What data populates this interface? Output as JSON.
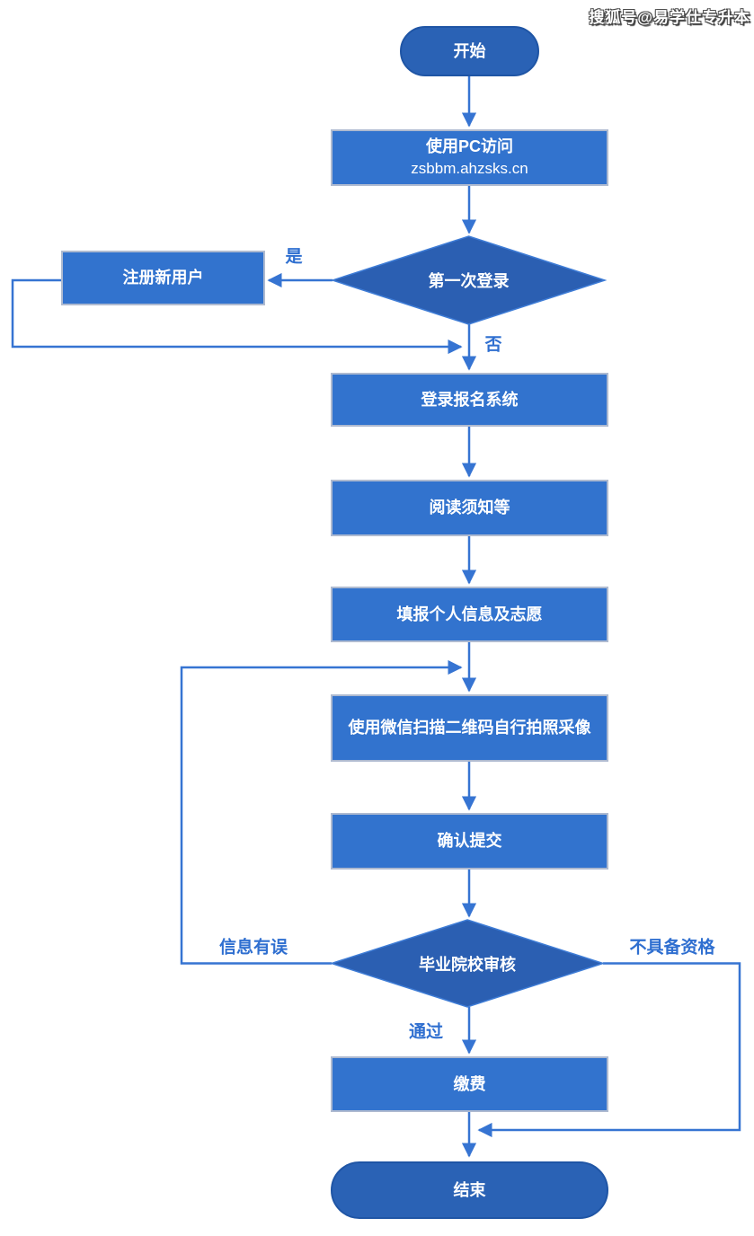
{
  "watermark": "搜狐号@易学仕专升本",
  "diagram": {
    "nodes": {
      "start": "开始",
      "pc_access_line1": "使用PC访问",
      "pc_access_line2": "zsbbm.ahzsks.cn",
      "first_login": "第一次登录",
      "register": "注册新用户",
      "login_system": "登录报名系统",
      "read_notice": "阅读须知等",
      "fill_info": "填报个人信息及志愿",
      "wechat_photo": "使用微信扫描二维码自行拍照采像",
      "confirm_submit": "确认提交",
      "school_review": "毕业院校审核",
      "pay": "缴费",
      "end": "结束"
    },
    "edge_labels": {
      "yes": "是",
      "no": "否",
      "info_error": "信息有误",
      "not_qualified": "不具备资格",
      "pass": "通过"
    },
    "colors": {
      "rect_fill": "#3273CE",
      "rect_border": "#AEBAD0",
      "terminal_fill": "#2A62B5",
      "terminal_border": "#1F55A5",
      "diamond_fill": "#2B5FB2",
      "diamond_stroke": "#3E7CD6",
      "connector": "#3674D2",
      "edge_label_text": "#2F6FD0",
      "node_text": "#FFFFFF"
    }
  }
}
